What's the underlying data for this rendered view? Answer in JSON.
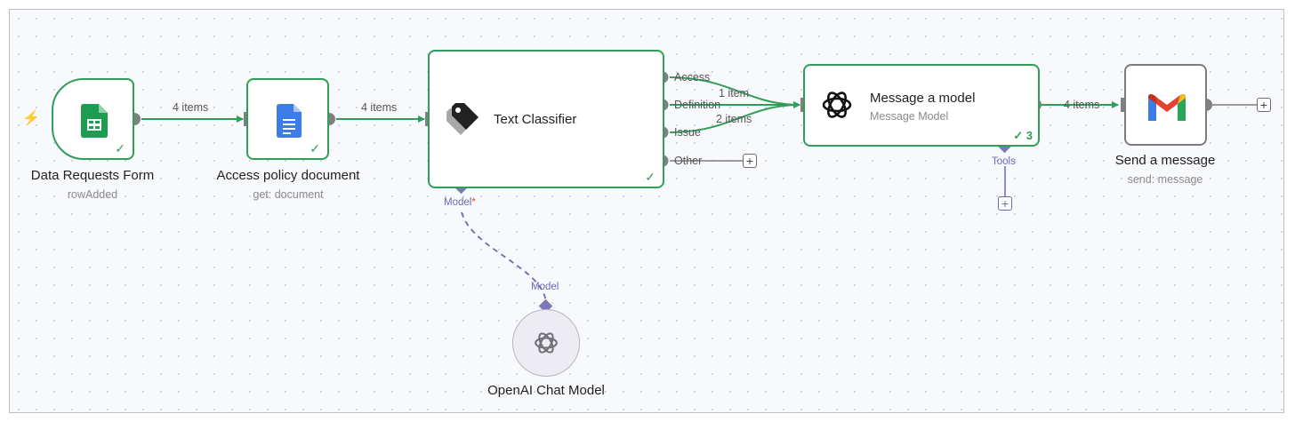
{
  "nodes": {
    "data_requests_form": {
      "title": "Data Requests Form",
      "subtitle": "rowAdded"
    },
    "access_policy": {
      "title": "Access policy document",
      "subtitle": "get: document"
    },
    "text_classifier": {
      "title": "Text Classifier",
      "outputs": [
        "Access",
        "Definition",
        "Issue",
        "Other"
      ],
      "model_port": "Model",
      "required_mark": "*"
    },
    "message_model": {
      "title": "Message a model",
      "subtitle": "Message Model",
      "run_count": "3",
      "tools_port": "Tools"
    },
    "send_message": {
      "title": "Send a message",
      "subtitle": "send: message"
    },
    "openai_chat_model": {
      "title": "OpenAI Chat Model",
      "port": "Model"
    }
  },
  "edges": {
    "form_to_doc": "4 items",
    "doc_to_classifier": "4 items",
    "access_to_model": "1 item",
    "issue_to_model": "2 items",
    "model_to_send": "4 items"
  },
  "icons": {
    "trigger": "lightning-bolt-icon",
    "sheets": "google-sheets-icon",
    "docs": "google-docs-icon",
    "classifier": "tags-icon",
    "openai": "openai-icon",
    "gmail": "gmail-icon",
    "add": "plus-icon",
    "check": "check-icon"
  },
  "colors": {
    "success": "#2f9e57",
    "port": "#808080",
    "ai_port": "#7a7ab8",
    "trigger": "#ef5a4b",
    "idle_border": "#7c7c7c"
  }
}
